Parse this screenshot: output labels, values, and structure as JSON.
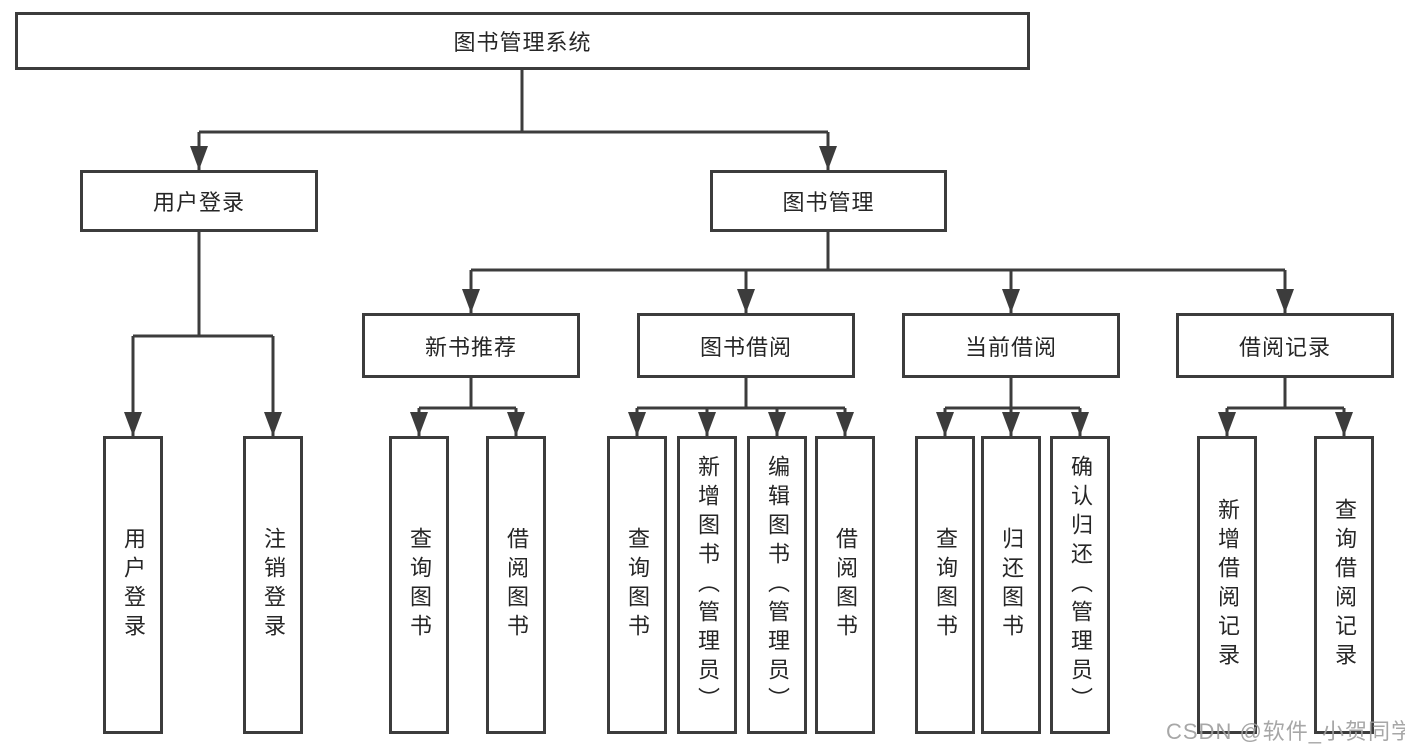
{
  "watermark": "CSDN @软件_小贺同学",
  "colors": {
    "line": "#3c3c3c",
    "box_border": "#3c3c3c",
    "text": "#262626",
    "watermark": "#9e9e9e",
    "background": "#ffffff"
  },
  "tree": {
    "root": {
      "label": "图书管理系统"
    },
    "branches": [
      {
        "label": "用户登录",
        "children": [
          {
            "label": "用户登录"
          },
          {
            "label": "注销登录"
          }
        ]
      },
      {
        "label": "图书管理",
        "children": [
          {
            "label": "新书推荐",
            "children": [
              {
                "label": "查询图书"
              },
              {
                "label": "借阅图书"
              }
            ]
          },
          {
            "label": "图书借阅",
            "children": [
              {
                "label": "查询图书"
              },
              {
                "label": "新增图书（管理员）"
              },
              {
                "label": "编辑图书（管理员）"
              },
              {
                "label": "借阅图书"
              }
            ]
          },
          {
            "label": "当前借阅",
            "children": [
              {
                "label": "查询图书"
              },
              {
                "label": "归还图书"
              },
              {
                "label": "确认归还（管理员）"
              }
            ]
          },
          {
            "label": "借阅记录",
            "children": [
              {
                "label": "新增借阅记录"
              },
              {
                "label": "查询借阅记录"
              }
            ]
          }
        ]
      }
    ]
  }
}
